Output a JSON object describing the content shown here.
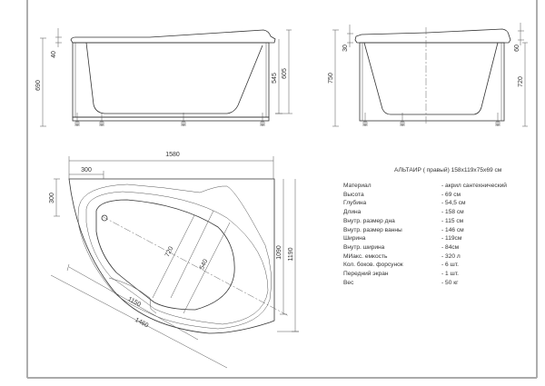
{
  "product": {
    "title": "АЛЬТАИР  ( правый)   158х119х75х69 см"
  },
  "specs": [
    {
      "label": "Материал",
      "value": "- акрил сантехнический"
    },
    {
      "label": "Высота",
      "value": "-  69 см"
    },
    {
      "label": "Глубина",
      "value": "- 54,5 см"
    },
    {
      "label": "Длина",
      "value": "- 158 см"
    },
    {
      "label": "Внутр. размер дна",
      "value": "- 115 см"
    },
    {
      "label": "Внутр. размер ванны",
      "value": "- 146 см"
    },
    {
      "label": "Ширина",
      "value": "- 119см"
    },
    {
      "label": "Внутр. ширина",
      "value": "- 84см"
    },
    {
      "label": "МИакс. емкость",
      "value": "- 320 л"
    },
    {
      "label": "Кол. боков. форсунок",
      "value": "- 6 шт."
    },
    {
      "label": "Передний экран",
      "value": "- 1 шт."
    },
    {
      "label": "Вес",
      "value": "- 50 кг"
    }
  ],
  "dimensions": {
    "front": {
      "total_height": "690",
      "rim": "40",
      "depth_a": "545",
      "depth_b": "605"
    },
    "side": {
      "total_height": "750",
      "rim_left": "30",
      "rim_right": "60",
      "height_right": "720"
    },
    "top": {
      "length": "1580",
      "corner_x": "300",
      "corner_y": "300",
      "width_inner": "1090",
      "width": "1190",
      "bottom_inner": "1150",
      "diag_length": "1460",
      "inner_width_a": "720",
      "inner_width_b": "540"
    }
  }
}
